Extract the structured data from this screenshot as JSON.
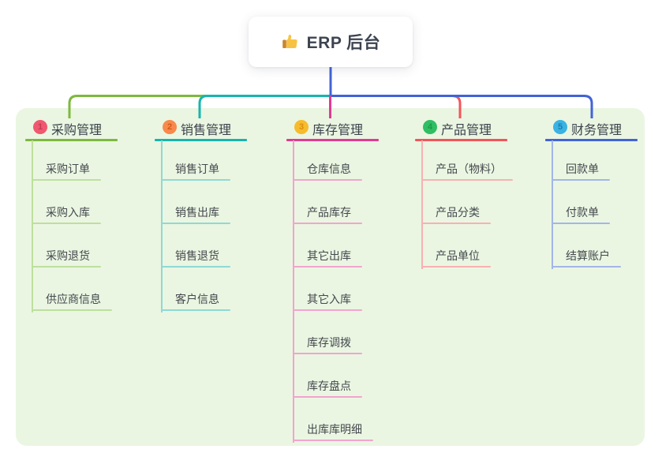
{
  "root": {
    "title": "ERP 后台",
    "icon": "thumbs-up"
  },
  "canvas": {
    "panel_bg": "#eaf6e2",
    "background": "#ffffff"
  },
  "branches": [
    {
      "index": "1",
      "title": "采购管理",
      "color": "#7db93e",
      "light_color": "#bedf9e",
      "badge_bg": "#f0586f",
      "badge_fg": "#c23a54",
      "children": [
        "采购订单",
        "采购入库",
        "采购退货",
        "供应商信息"
      ]
    },
    {
      "index": "2",
      "title": "销售管理",
      "color": "#17b5ae",
      "light_color": "#8fd9d4",
      "badge_bg": "#f8894b",
      "badge_fg": "#d05a1e",
      "children": [
        "销售订单",
        "销售出库",
        "销售退货",
        "客户信息"
      ]
    },
    {
      "index": "3",
      "title": "库存管理",
      "color": "#e13a93",
      "light_color": "#f2a4ce",
      "badge_bg": "#f6bc2c",
      "badge_fg": "#d98e12",
      "children": [
        "仓库信息",
        "产品库存",
        "其它出库",
        "其它入库",
        "库存调拨",
        "库存盘点",
        "出库库明细"
      ]
    },
    {
      "index": "4",
      "title": "产品管理",
      "color": "#f45459",
      "light_color": "#f9b0b4",
      "badge_bg": "#2fbe63",
      "badge_fg": "#1d9a48",
      "children": [
        "产品（物料）",
        "产品分类",
        "产品单位"
      ]
    },
    {
      "index": "5",
      "title": "财务管理",
      "color": "#4263d7",
      "light_color": "#a2b6e7",
      "badge_bg": "#39b3e2",
      "badge_fg": "#1c7fb0",
      "children": [
        "回款单",
        "付款单",
        "结算账户"
      ]
    }
  ]
}
